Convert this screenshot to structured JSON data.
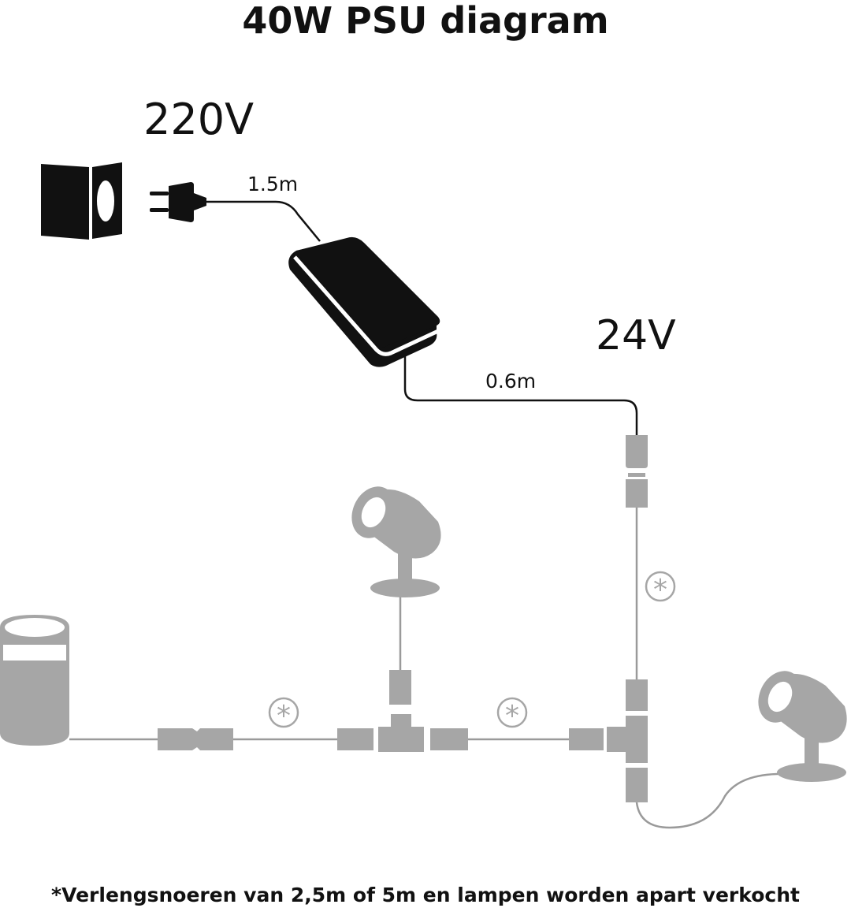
{
  "title": "40W PSU diagram",
  "labels": {
    "mains_voltage": "220V",
    "low_voltage": "24V",
    "cable_mains": "1.5m",
    "cable_low": "0.6m",
    "extension_marker": "*"
  },
  "footnote": "*Verlengsnoeren van 2,5m of 5m en lampen worden apart verkocht",
  "colors": {
    "black_parts": "#111111",
    "grey_parts": "#a6a6a6",
    "cable_grey": "#9a9a9a",
    "marker_ring": "#a6a6a6"
  },
  "icons": [
    "wall-socket-icon",
    "plug-icon",
    "power-supply-icon",
    "spotlight-icon",
    "bollard-light-icon",
    "connector-icon",
    "t-splitter-icon"
  ]
}
